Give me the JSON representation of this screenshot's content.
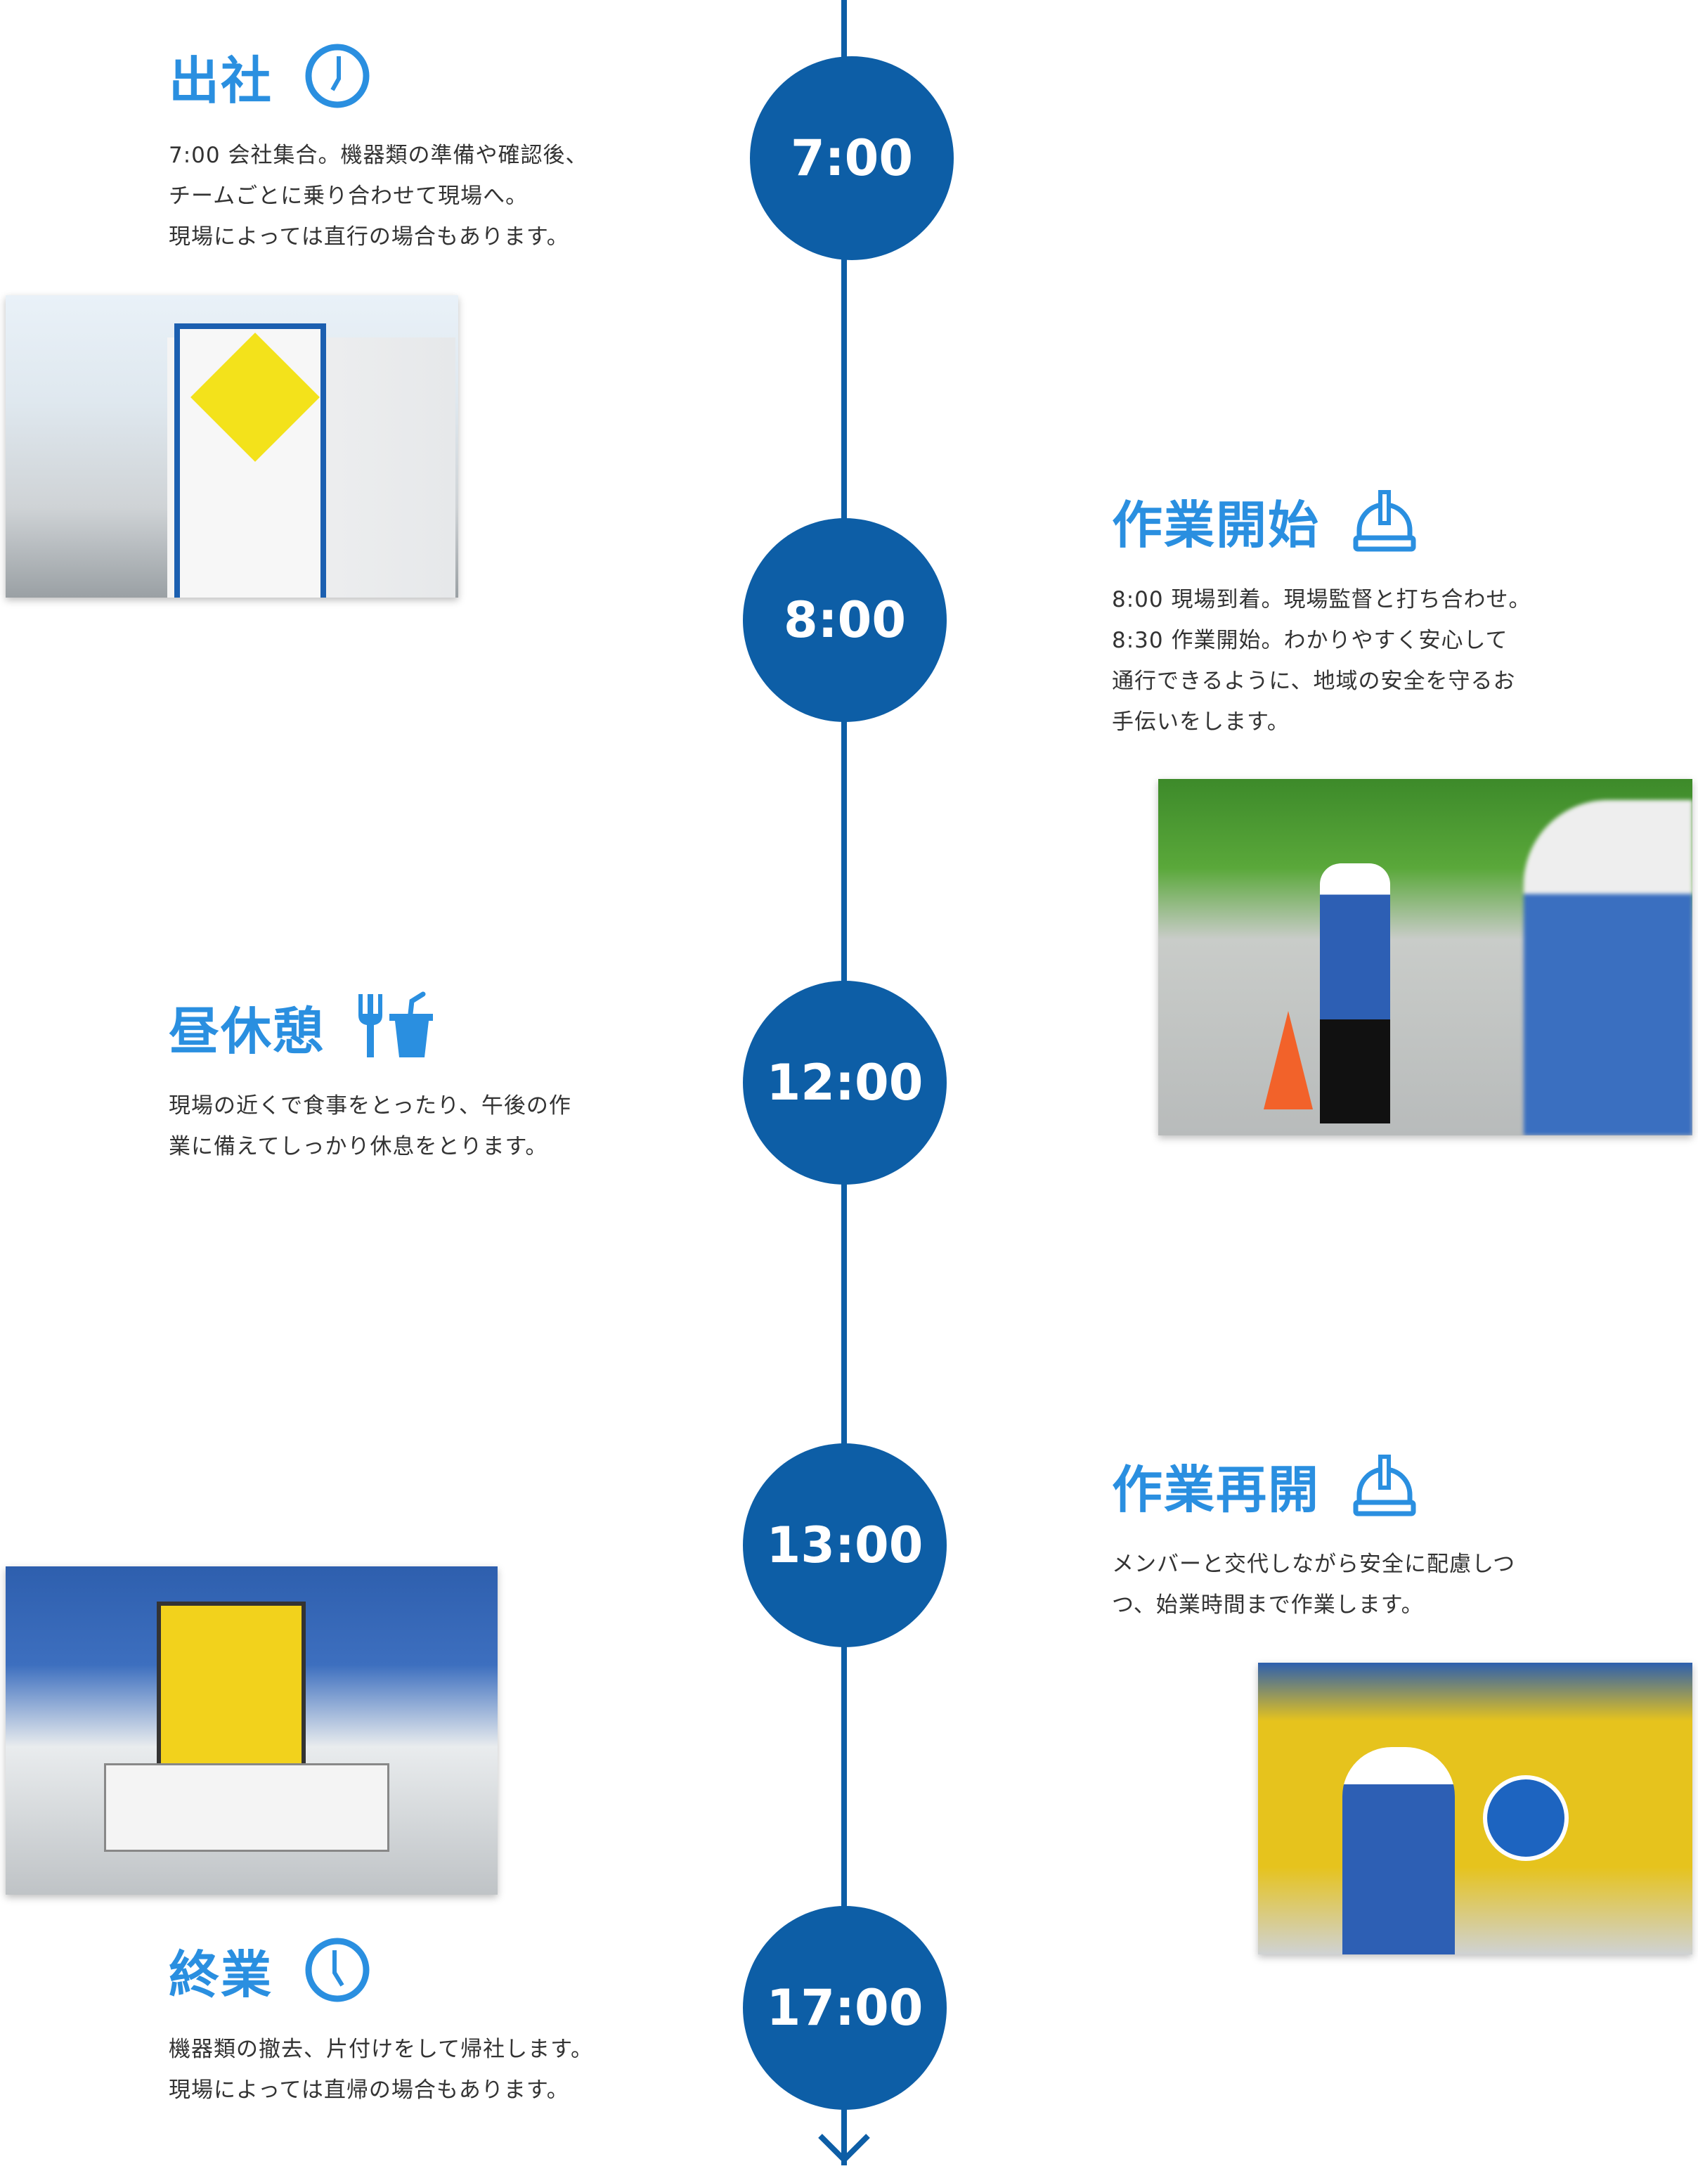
{
  "colors": {
    "accent": "#2a8fe0",
    "timeline": "#0d5ea6",
    "text": "#333333"
  },
  "timeline": [
    {
      "time": "7:00",
      "title": "出社",
      "icon": "clock-7-icon",
      "body": [
        "7:00 会社集合。機器類の準備や確認後、",
        "チームごとに乗り合わせて現場へ。",
        "現場によっては直行の場合もあります。"
      ]
    },
    {
      "time": "8:00",
      "title": "作業開始",
      "icon": "hard-hat-icon",
      "body": [
        "8:00 現場到着。現場監督と打ち合わせ。",
        "8:30 作業開始。わかりやすく安心して",
        "通行できるように、地域の安全を守るお",
        "手伝いをします。"
      ]
    },
    {
      "time": "12:00",
      "title": "昼休憩",
      "icon": "fork-drink-icon",
      "body": [
        "現場の近くで食事をとったり、午後の作",
        "業に備えてしっかり休息をとります。"
      ]
    },
    {
      "time": "13:00",
      "title": "作業再開",
      "icon": "hard-hat-icon",
      "body": [
        "メンバーと交代しながら安全に配慮しつ",
        "つ、始業時間まで作業します。"
      ]
    },
    {
      "time": "17:00",
      "title": "終業",
      "icon": "clock-5-icon",
      "body": [
        "機器類の撤去、片付けをして帰社します。",
        "現場によっては直帰の場合もあります。"
      ]
    }
  ]
}
